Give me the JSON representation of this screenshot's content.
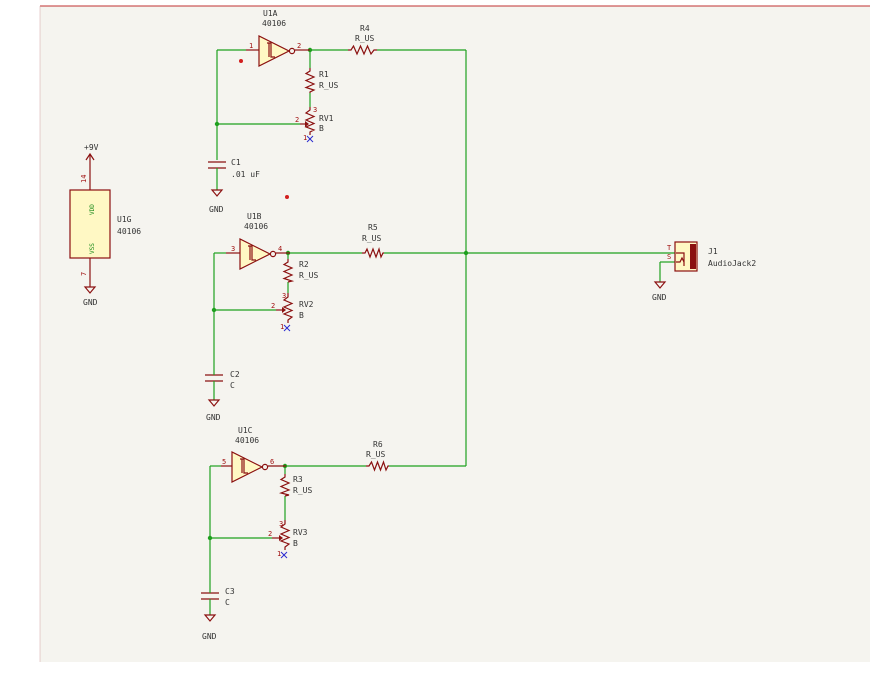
{
  "symbols": {
    "u1a": {
      "ref": "U1A",
      "value": "40106",
      "pin_in": "1",
      "pin_out": "2"
    },
    "u1b": {
      "ref": "U1B",
      "value": "40106",
      "pin_in": "3",
      "pin_out": "4"
    },
    "u1c": {
      "ref": "U1C",
      "value": "40106",
      "pin_in": "5",
      "pin_out": "6"
    },
    "u1g": {
      "ref": "U1G",
      "value": "40106",
      "pin_vdd": "14",
      "pin_vss": "7",
      "vdd_label": "VDD",
      "vss_label": "VSS"
    },
    "r1": {
      "ref": "R1",
      "value": "R_US"
    },
    "r2": {
      "ref": "R2",
      "value": "R_US"
    },
    "r3": {
      "ref": "R3",
      "value": "R_US"
    },
    "r4": {
      "ref": "R4",
      "value": "R_US"
    },
    "r5": {
      "ref": "R5",
      "value": "R_US"
    },
    "r6": {
      "ref": "R6",
      "value": "R_US"
    },
    "rv1": {
      "ref": "RV1",
      "value": "B",
      "pin3": "3",
      "pin2": "2",
      "pin1": "1"
    },
    "rv2": {
      "ref": "RV2",
      "value": "B",
      "pin3": "3",
      "pin2": "2",
      "pin1": "1"
    },
    "rv3": {
      "ref": "RV3",
      "value": "B",
      "pin3": "3",
      "pin2": "2",
      "pin1": "1"
    },
    "c1": {
      "ref": "C1",
      "value": ".01 uF"
    },
    "c2": {
      "ref": "C2",
      "value": "C"
    },
    "c3": {
      "ref": "C3",
      "value": "C"
    },
    "j1": {
      "ref": "J1",
      "value": "AudioJack2",
      "pin_t": "T",
      "pin_s": "S"
    }
  },
  "power": {
    "vplus": "+9V",
    "gnd": "GND"
  },
  "colors": {
    "wire": "#1fa01f",
    "symbol_outline": "#8b1010",
    "symbol_fill": "#fff8c4",
    "erc_marker": "#d21e1e",
    "no_connect": "#2a2ad0",
    "sheet_border": "#c03030"
  }
}
